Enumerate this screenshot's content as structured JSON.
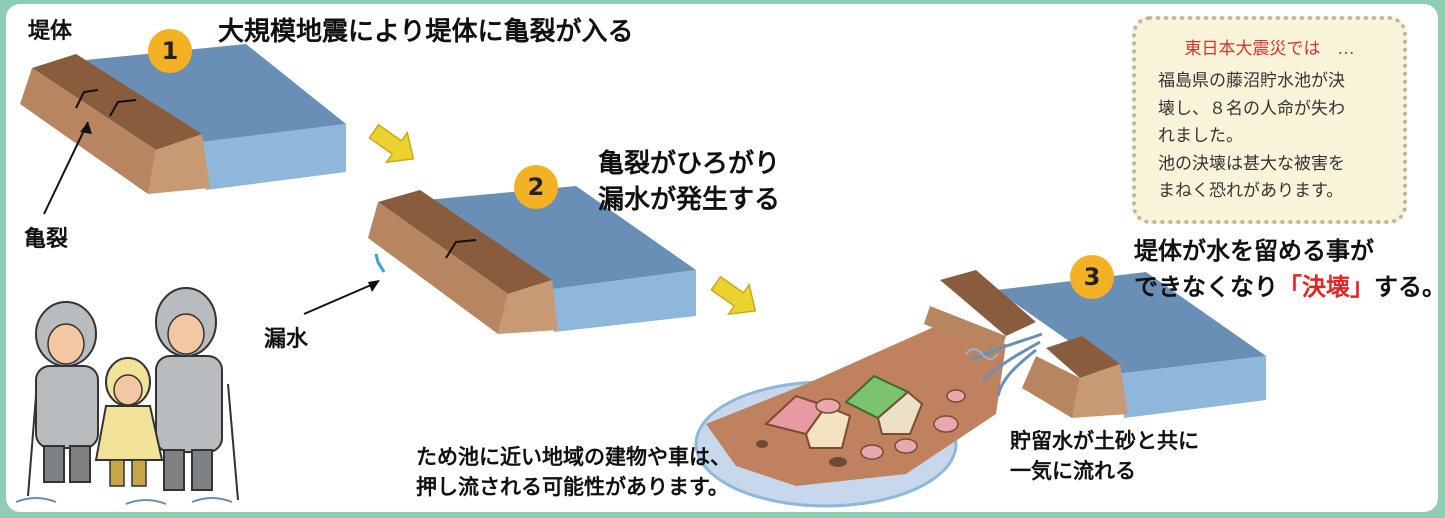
{
  "labels": {
    "teitai": "堤体",
    "kiretsu": "亀裂",
    "rousui": "漏水"
  },
  "steps": [
    {
      "number": "1",
      "text": "大規模地震により堤体に亀裂が入る"
    },
    {
      "number": "2",
      "line1": "亀裂がひろがり",
      "line2": "漏水が発生する"
    },
    {
      "number": "3",
      "line1": "堤体が水を留める事が",
      "line2_pre": "できなくなり",
      "line2_red": "「決壊」",
      "line2_post": "する。"
    }
  ],
  "flood_caption": {
    "line1": "ため池に近い地域の建物や車は、",
    "line2": "押し流される可能性があります。"
  },
  "flow_caption": {
    "line1": "貯留水が土砂と共に",
    "line2": "一気に流れる"
  },
  "note": {
    "title": "東日本大震災では　…",
    "body": [
      "福島県の藤沼貯水池が決",
      "壊し、８名の人命が失わ",
      "れました。",
      "池の決壊は甚大な被害を",
      "まねく恐れがあります。"
    ]
  },
  "colors": {
    "water_top": "#6a8fb6",
    "water_side": "#8fb7dc",
    "dam_face": "#c89a73",
    "dam_side": "#8a5c3e",
    "step_circle": "#f4b123",
    "arrow": "#ecd22f",
    "emphasis": "#e52421",
    "border_green": "#8ecdb3"
  }
}
